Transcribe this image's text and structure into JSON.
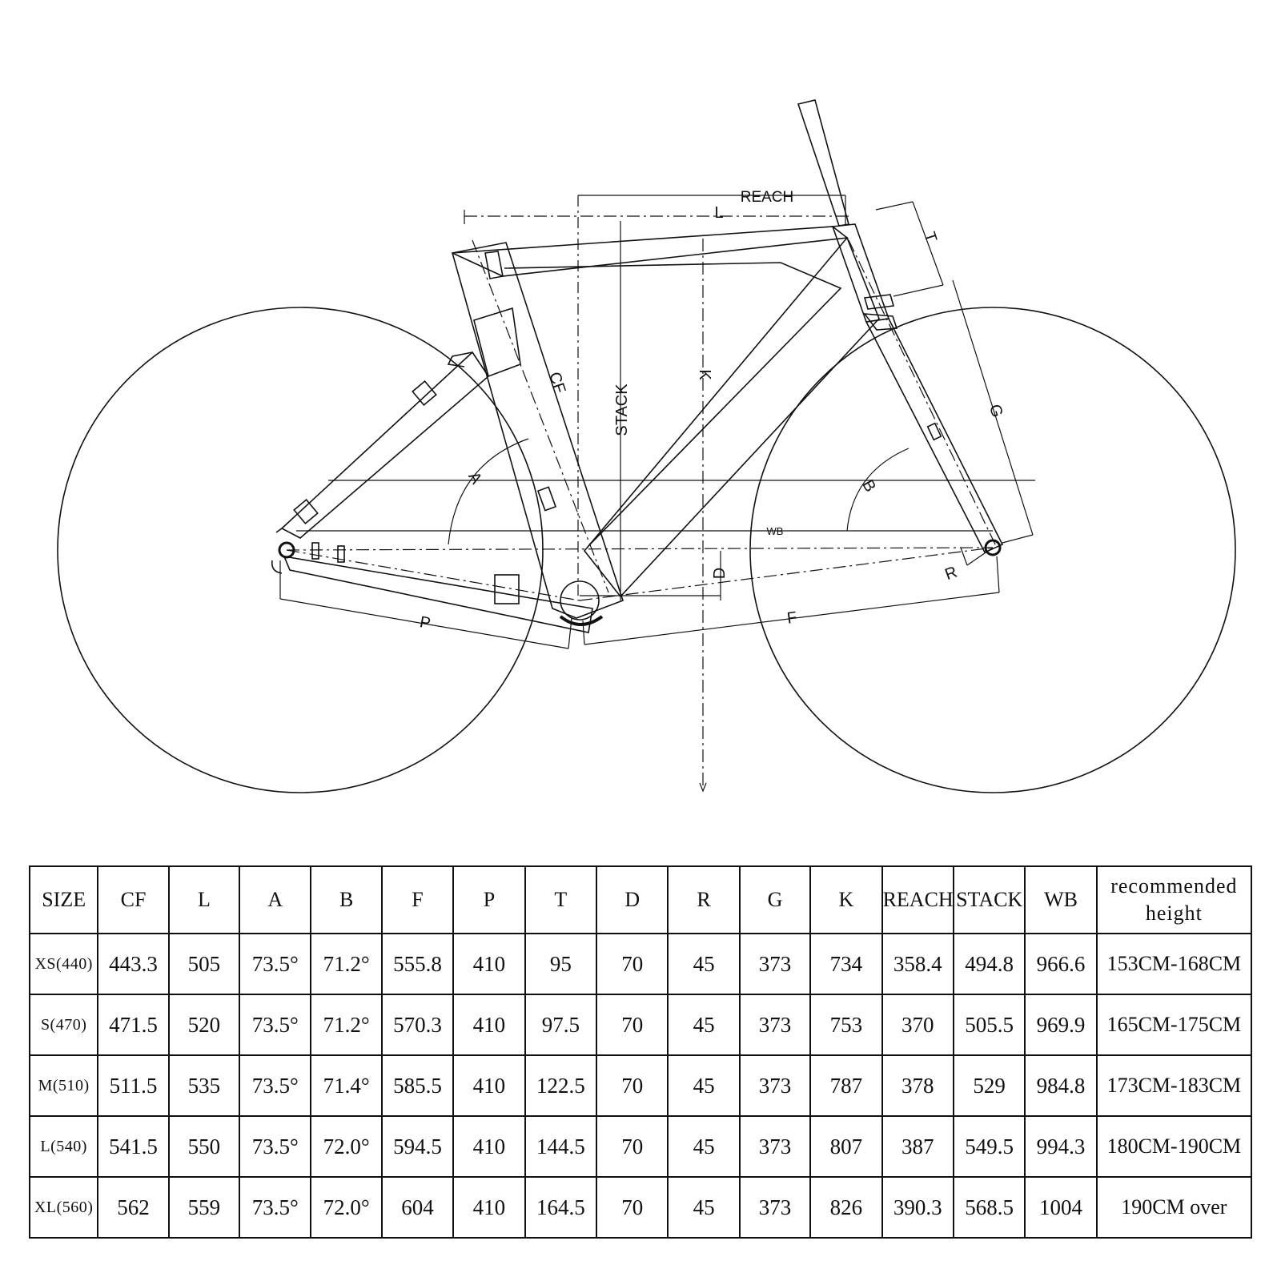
{
  "diagram": {
    "labels": {
      "reach": "REACH",
      "l": "L",
      "t": "T",
      "cf": "CF",
      "stack": "STACK",
      "k": "K",
      "g": "G",
      "a": "A",
      "b": "B",
      "wb": "WB",
      "d": "D",
      "r": "R",
      "p": "P",
      "f": "F"
    }
  },
  "table": {
    "headers": [
      "SIZE",
      "CF",
      "L",
      "A",
      "B",
      "F",
      "P",
      "T",
      "D",
      "R",
      "G",
      "K",
      "REACH",
      "STACK",
      "WB",
      "recommended height"
    ],
    "rows": [
      [
        "XS(440)",
        "443.3",
        "505",
        "73.5°",
        "71.2°",
        "555.8",
        "410",
        "95",
        "70",
        "45",
        "373",
        "734",
        "358.4",
        "494.8",
        "966.6",
        "153CM-168CM"
      ],
      [
        "S(470)",
        "471.5",
        "520",
        "73.5°",
        "71.2°",
        "570.3",
        "410",
        "97.5",
        "70",
        "45",
        "373",
        "753",
        "370",
        "505.5",
        "969.9",
        "165CM-175CM"
      ],
      [
        "M(510)",
        "511.5",
        "535",
        "73.5°",
        "71.4°",
        "585.5",
        "410",
        "122.5",
        "70",
        "45",
        "373",
        "787",
        "378",
        "529",
        "984.8",
        "173CM-183CM"
      ],
      [
        "L(540)",
        "541.5",
        "550",
        "73.5°",
        "72.0°",
        "594.5",
        "410",
        "144.5",
        "70",
        "45",
        "373",
        "807",
        "387",
        "549.5",
        "994.3",
        "180CM-190CM"
      ],
      [
        "XL(560)",
        "562",
        "559",
        "73.5°",
        "72.0°",
        "604",
        "410",
        "164.5",
        "70",
        "45",
        "373",
        "826",
        "390.3",
        "568.5",
        "1004",
        "190CM over"
      ]
    ]
  }
}
